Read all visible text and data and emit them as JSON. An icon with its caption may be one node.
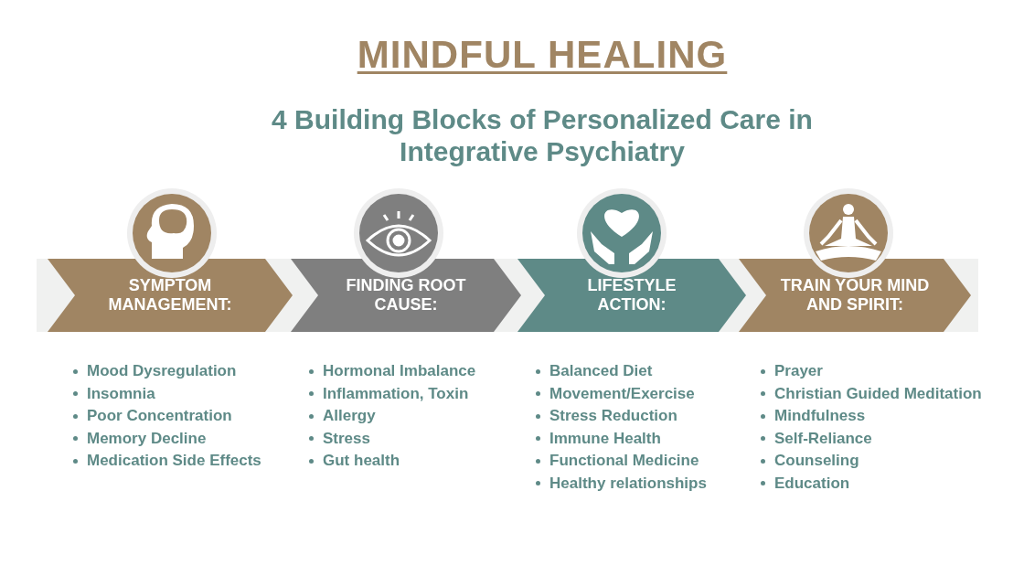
{
  "diagram": {
    "title": "MINDFUL HEALING",
    "caption": "4 Building Blocks of Personalized Care in Integrative Psychiatry",
    "nodes": [
      {
        "text": [
          "SYMPTOM MANAGEMENT:"
        ],
        "beside": [
          "Mood Dysregulation",
          "Insomnia",
          "Poor Concentration",
          "Memory Decline",
          "Medication Side Effects"
        ]
      },
      {
        "text": [
          "FINDING ROOT CAUSE:"
        ],
        "beside": [
          "Hormonal Imbalance",
          "Inflammation, Toxin",
          "Allergy",
          "Stress",
          "Gut health"
        ]
      },
      {
        "text": [
          "LIFESTYLE ACTION:"
        ],
        "beside": [
          "Balanced Diet",
          "Movement/Exercise",
          "Stress Reduction",
          "Immune Health",
          "Functional Medicine",
          "Healthy relationships"
        ]
      },
      {
        "text": [
          "TRAIN YOUR MIND AND SPIRIT:"
        ],
        "beside": [
          "Prayer",
          "Christian Guided Meditation",
          "Mindfulness",
          "Self-Reliance",
          "Counseling",
          "Education"
        ]
      }
    ]
  }
}
